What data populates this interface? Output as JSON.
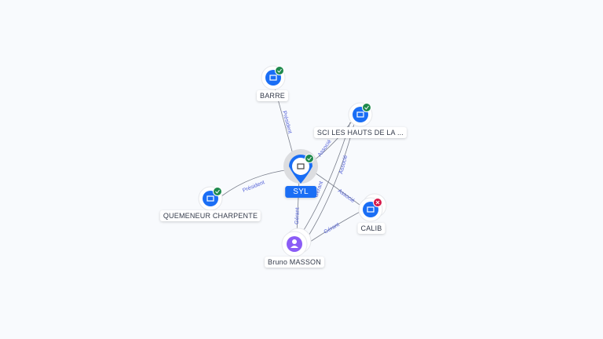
{
  "nodes": {
    "barre": {
      "label": "BARRE",
      "status": "active"
    },
    "sci": {
      "label": "SCI LES HAUTS DE LA ...",
      "status": "active"
    },
    "syl": {
      "label": "SYL",
      "status": "active"
    },
    "quemeneur": {
      "label": "QUEMENEUR CHARPENTE",
      "status": "active"
    },
    "calib": {
      "label": "CALIB",
      "status": "closed"
    },
    "bruno": {
      "label": "Bruno MASSON",
      "type": "person"
    }
  },
  "edges": {
    "barre_syl": "Président",
    "quem_syl": "Président",
    "syl_sci": "Associé",
    "syl_calib": "Associé",
    "bruno_syl": "Gérant",
    "bruno_sci_gerant": "Gérant",
    "bruno_sci_associe": "Associé",
    "bruno_calib": "Gérant"
  },
  "colors": {
    "accent": "#1a6ef5",
    "ok": "#1e8a4c",
    "err": "#d6194a",
    "person": "#8b5cf6",
    "edge": "#6b7280"
  }
}
